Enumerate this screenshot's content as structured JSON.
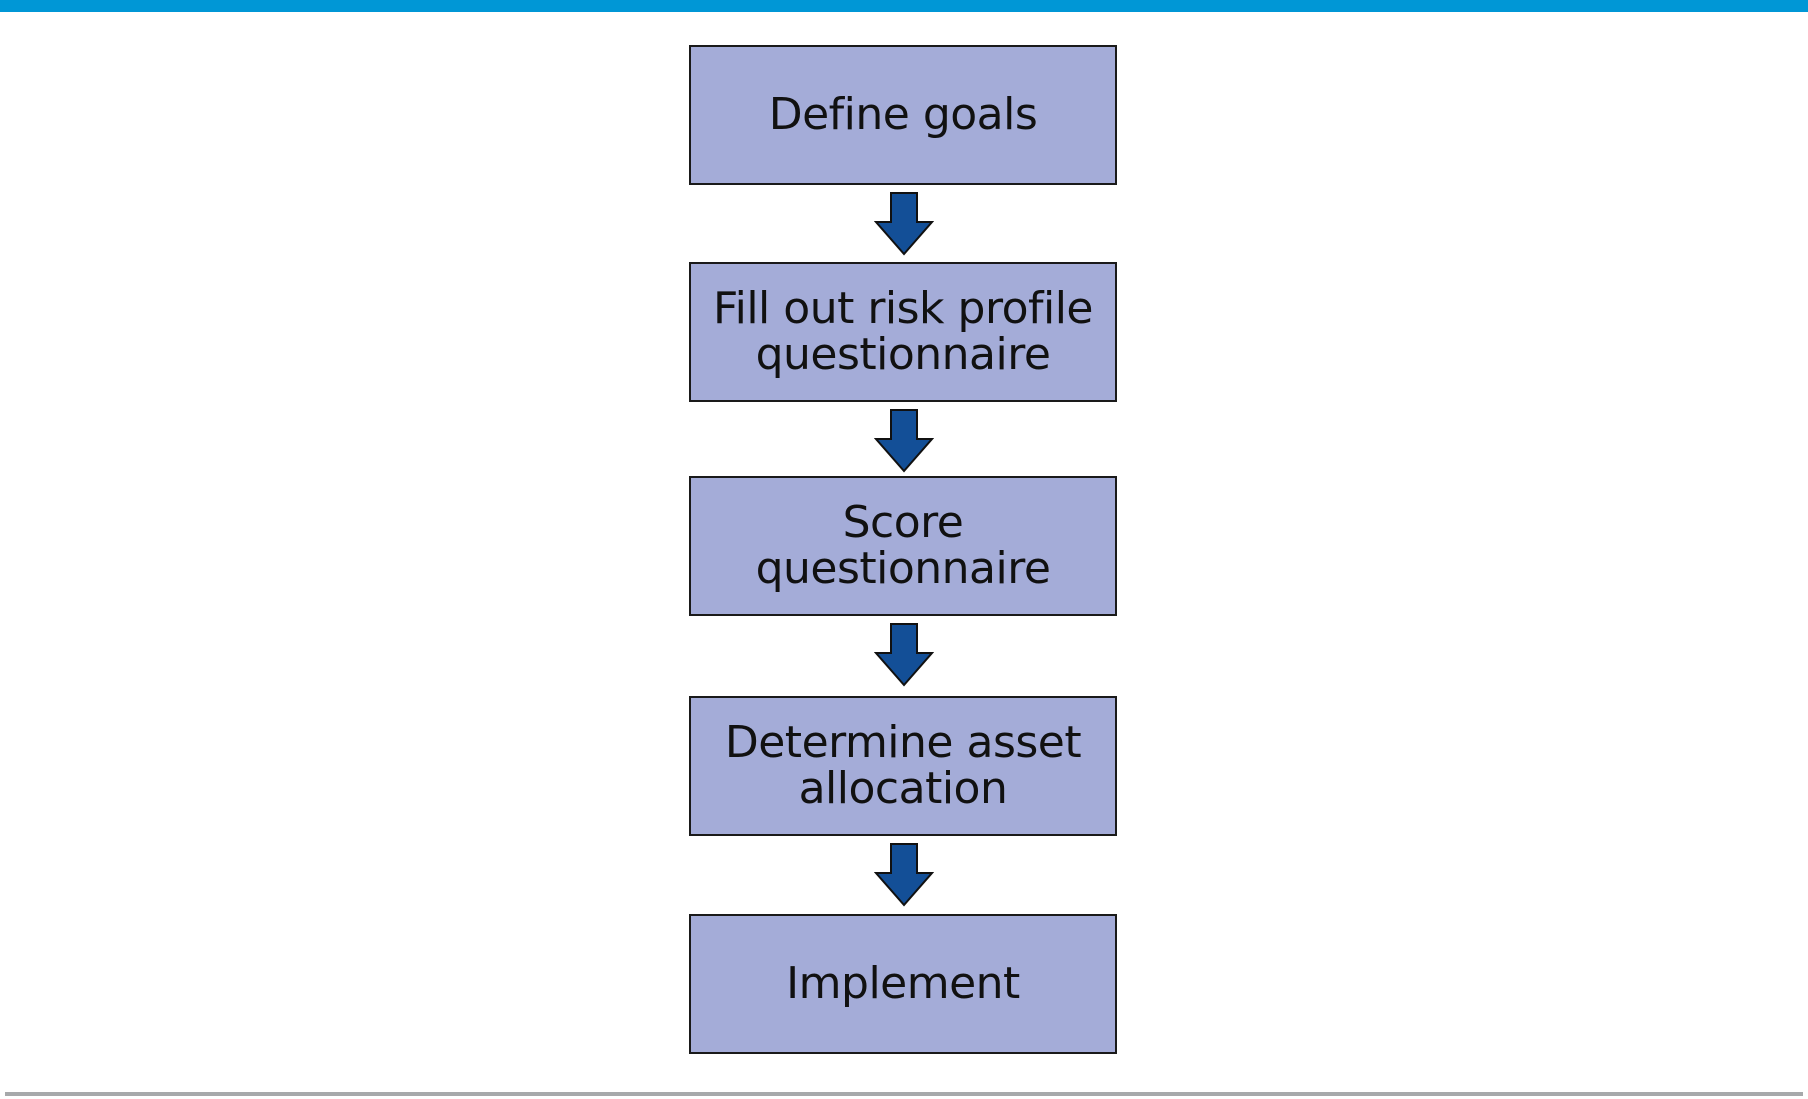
{
  "colors": {
    "top_bar": "#0097d6",
    "box_fill": "#a4acd8",
    "box_border": "#1a1a1a",
    "arrow_fill": "#134f97",
    "bottom_rule": "#a7a9ab"
  },
  "steps": [
    {
      "label": "Define goals"
    },
    {
      "label": "Fill out risk profile\nquestionnaire"
    },
    {
      "label": "Score\nquestionnaire"
    },
    {
      "label": "Determine asset\nallocation"
    },
    {
      "label": "Implement"
    }
  ],
  "arrow_icon": "down-arrow-icon"
}
